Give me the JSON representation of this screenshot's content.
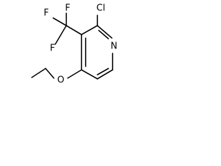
{
  "molecule": {
    "atoms": {
      "chlorine": "Cl",
      "nitrogen": "N",
      "oxygen": "O",
      "fluorine_1": "F",
      "fluorine_2": "F",
      "fluorine_3": "F"
    }
  }
}
